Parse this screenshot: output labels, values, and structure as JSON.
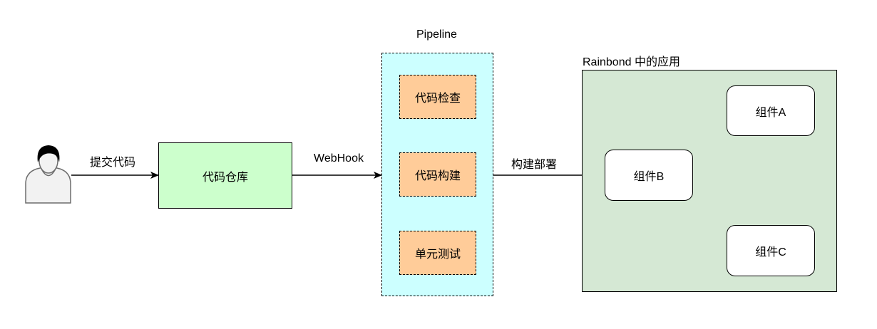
{
  "nodes": {
    "repo": "代码仓库",
    "pipeline_title": "Pipeline",
    "steps": [
      "代码检查",
      "代码构建",
      "单元测试"
    ],
    "app_title": "Rainbond 中的应用",
    "components": {
      "a": "组件A",
      "b": "组件B",
      "c": "组件C"
    }
  },
  "edges": {
    "commit": "提交代码",
    "webhook": "WebHook",
    "deploy": "构建部署"
  }
}
